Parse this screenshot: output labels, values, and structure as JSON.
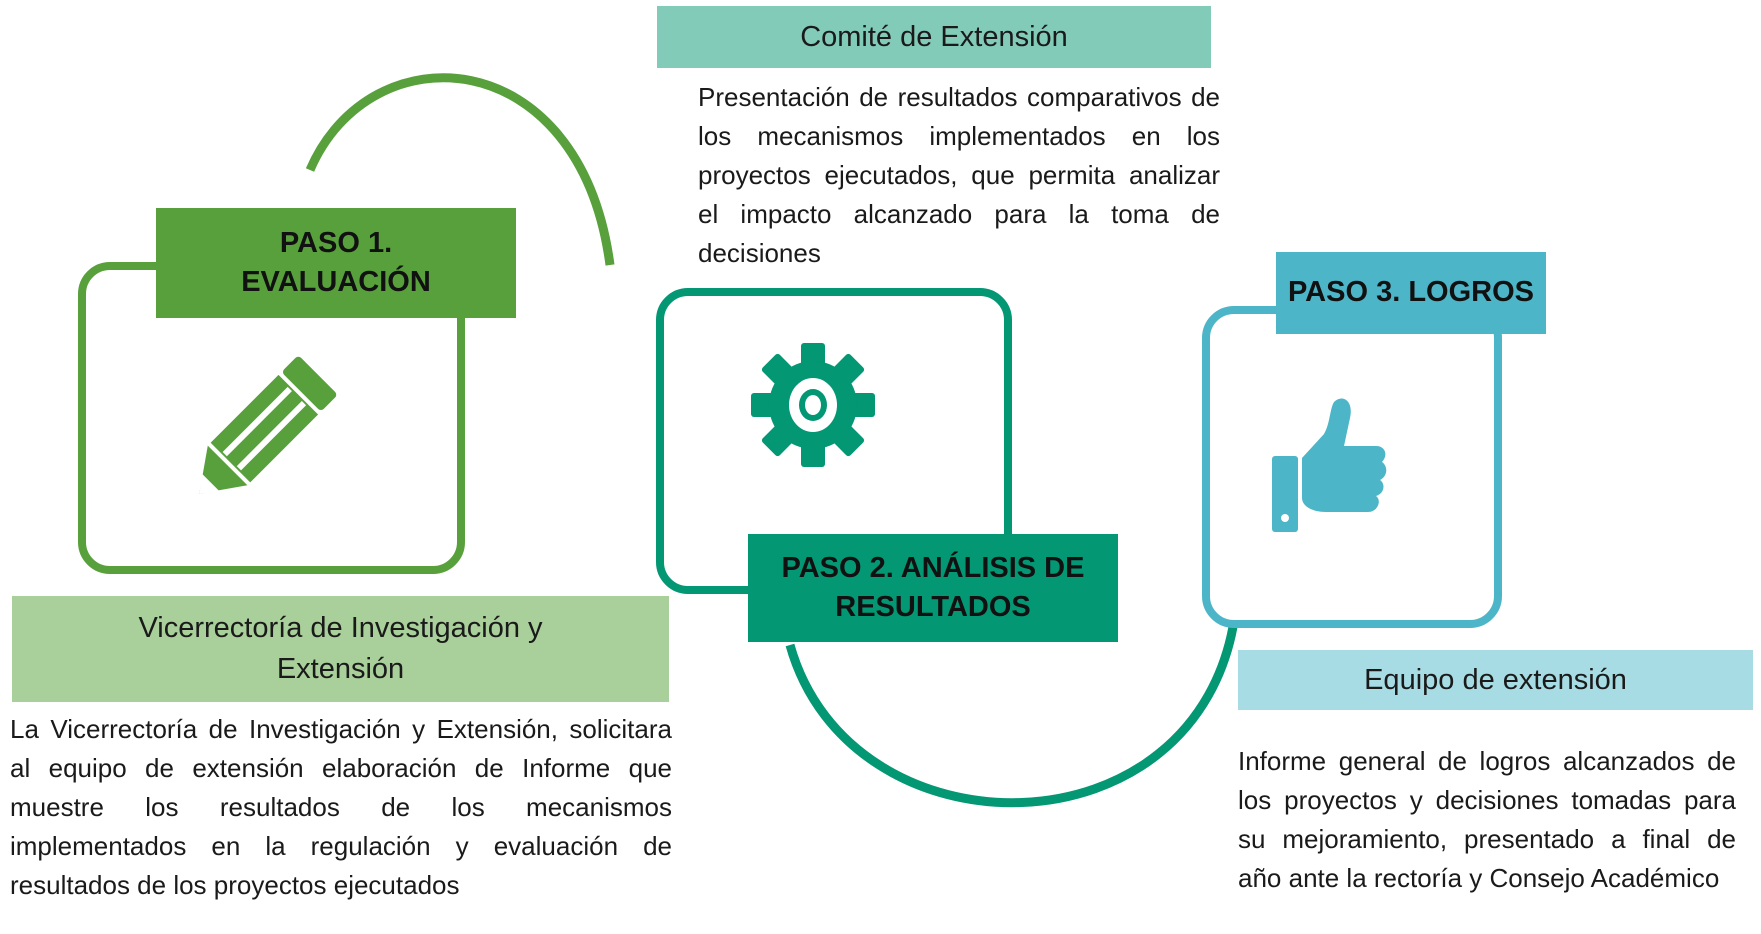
{
  "step1": {
    "title_line1": "PASO 1.",
    "title_line2": "EVALUACIÓN",
    "icon": "pencil-icon",
    "role": "Vicerrectoría de Investigación y Extensión",
    "description": "La Vicerrectoría de Investigación y Extensión, solicitara al equipo de extensión elaboración de Informe que muestre los resultados de los mecanismos implementados en la regulación y evaluación de resultados de los proyectos ejecutados"
  },
  "step2": {
    "title_line1": "PASO 2. ANÁLISIS DE",
    "title_line2": "RESULTADOS",
    "icon": "gear-icon",
    "role": "Comité de Extensión",
    "description": "Presentación de resultados comparativos de los mecanismos implementados en los proyectos ejecutados, que permita analizar el impacto alcanzado para la toma de decisiones"
  },
  "step3": {
    "title": "PASO 3. LOGROS",
    "icon": "thumbs-up-icon",
    "role": "Equipo de extensión",
    "description": "Informe general de logros alcanzados de los proyectos y decisiones tomadas para su mejoramiento, presentado a final de año ante la rectoría y Consejo Académico"
  },
  "colors": {
    "green": "#58a03c",
    "green_light": "#a9cf9a",
    "teal": "#039774",
    "teal_light": "#82cbb9",
    "blue": "#4db5c8",
    "blue_light": "#a7dce4"
  }
}
